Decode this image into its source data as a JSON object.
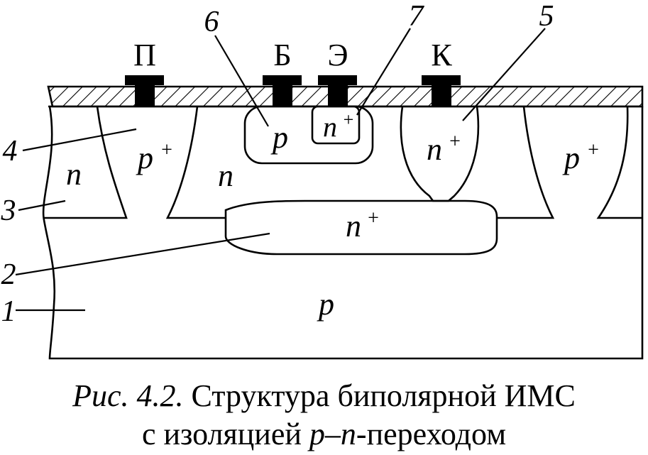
{
  "terminals": {
    "p": "П",
    "b": "Б",
    "e": "Э",
    "k": "К"
  },
  "numbers": {
    "n1": "1",
    "n2": "2",
    "n3": "3",
    "n4": "4",
    "n5": "5",
    "n6": "6",
    "n7": "7"
  },
  "regions": {
    "substrate": "p",
    "buried": "n",
    "buried_sup": "+",
    "left_n": "n",
    "left_pplus": "p",
    "left_pplus_sup": "+",
    "center_n": "n",
    "base": "p",
    "emitter": "n",
    "emitter_sup": "+",
    "collector": "n",
    "collector_sup": "+",
    "right_pplus": "p",
    "right_pplus_sup": "+"
  },
  "caption": {
    "prefix": "Рис. 4.2.",
    "line1_rest": " Структура биполярной ИМС",
    "line2_a": "с изоляцией ",
    "line2_p": "p",
    "line2_dash": "–",
    "line2_n": "n",
    "line2_b": "-переходом"
  }
}
